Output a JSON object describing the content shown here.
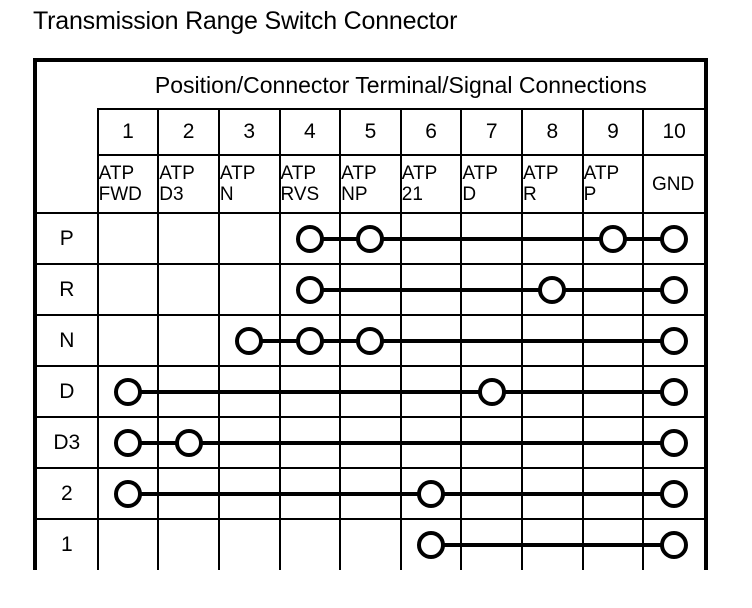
{
  "page_title": "Transmission Range Switch Connector",
  "table": {
    "header_title": "Position/Connector Terminal/Signal Connections",
    "terminal_numbers": [
      "1",
      "2",
      "3",
      "4",
      "5",
      "6",
      "7",
      "8",
      "9",
      "10"
    ],
    "signal_names": [
      {
        "line1": "ATP",
        "line2": "FWD"
      },
      {
        "line1": "ATP",
        "line2": "D3"
      },
      {
        "line1": "ATP",
        "line2": "N"
      },
      {
        "line1": "ATP",
        "line2": "RVS"
      },
      {
        "line1": "ATP",
        "line2": "NP"
      },
      {
        "line1": "ATP",
        "line2": "21"
      },
      {
        "line1": "ATP",
        "line2": "D"
      },
      {
        "line1": "ATP",
        "line2": "R"
      },
      {
        "line1": "ATP",
        "line2": "P"
      },
      {
        "line1": "GND",
        "line2": ""
      }
    ],
    "rows": [
      {
        "label": "P",
        "nodes": [
          4,
          5,
          9,
          10
        ]
      },
      {
        "label": "R",
        "nodes": [
          4,
          8,
          10
        ]
      },
      {
        "label": "N",
        "nodes": [
          3,
          4,
          5,
          10
        ]
      },
      {
        "label": "D",
        "nodes": [
          1,
          7,
          10
        ]
      },
      {
        "label": "D3",
        "nodes": [
          1,
          2,
          10
        ]
      },
      {
        "label": "2",
        "nodes": [
          1,
          6,
          10
        ]
      },
      {
        "label": "1",
        "nodes": [
          6,
          10
        ]
      }
    ]
  },
  "colors": {
    "ink": "#000000",
    "paper": "#ffffff"
  }
}
